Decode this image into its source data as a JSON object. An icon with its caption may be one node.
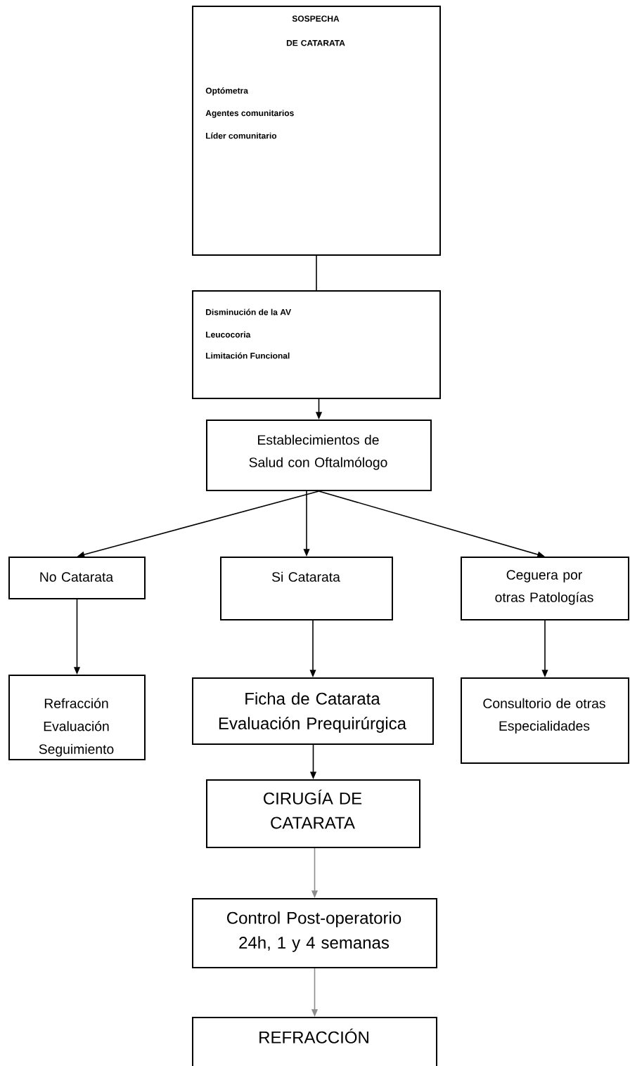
{
  "diagram": {
    "nodes": [
      {
        "text": [
          "SOSPECHA DE CATARATA",
          "Optómetra",
          "Agentes comunitarios",
          "Líder comunitario"
        ]
      },
      {
        "text": [
          "Disminución de la AV",
          "Leucocoria",
          "Limitación Funcional"
        ]
      },
      {
        "text": [
          "Establecimientos de Salud con Oftalmólogo"
        ]
      },
      {
        "text": [
          "No Catarata"
        ]
      },
      {
        "text": [
          "Si  Catarata"
        ]
      },
      {
        "text": [
          "Ceguera por otras Patologías"
        ]
      },
      {
        "text": [
          "Refracción",
          "Evaluación",
          "Seguimiento"
        ]
      },
      {
        "text": [
          "Ficha de Catarata",
          "Evaluación Prequirúrgica"
        ]
      },
      {
        "text": [
          "Consultorio de otras Especialidades"
        ]
      },
      {
        "text": [
          "CIRUGÍA DE CATARATA"
        ]
      },
      {
        "text": [
          "Control Post-operatorio",
          "24h, 1 y 4  semanas"
        ]
      },
      {
        "text": [
          "REFRACCIÓN"
        ]
      }
    ],
    "edges": [
      {
        "from": 0,
        "to": 1,
        "arrow": "none"
      },
      {
        "from": 1,
        "to": 2,
        "arrow": "to"
      },
      {
        "from": 2,
        "to": 3,
        "arrow": "to"
      },
      {
        "from": 2,
        "to": 4,
        "arrow": "to"
      },
      {
        "from": 2,
        "to": 5,
        "arrow": "to"
      },
      {
        "from": 3,
        "to": 6,
        "arrow": "to"
      },
      {
        "from": 4,
        "to": 7,
        "arrow": "to"
      },
      {
        "from": 5,
        "to": 8,
        "arrow": "to"
      },
      {
        "from": 7,
        "to": 9,
        "arrow": "to"
      },
      {
        "from": 9,
        "to": 10,
        "arrow": "to",
        "color": "#8c8c8c"
      },
      {
        "from": 10,
        "to": 11,
        "arrow": "to",
        "color": "#8c8c8c"
      }
    ]
  }
}
